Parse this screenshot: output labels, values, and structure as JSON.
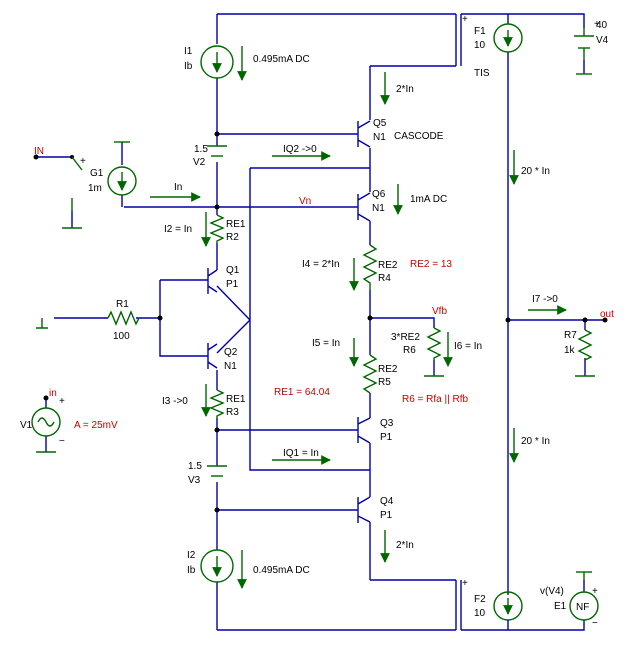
{
  "signals": {
    "in_port": "IN",
    "vn": "Vn",
    "vfb": "Vfb",
    "out": "out",
    "in_source": "in"
  },
  "tis_label": "TIS",
  "cascode_label": "CASCODE",
  "components": {
    "i1": {
      "name": "I1",
      "value": "Ib",
      "current": "0.495mA DC"
    },
    "i2": {
      "name": "I2",
      "value": "Ib",
      "current": "0.495mA DC"
    },
    "v2": {
      "value": "1.5",
      "name": "V2"
    },
    "v3": {
      "value": "1.5",
      "name": "V3"
    },
    "g1": {
      "name": "G1",
      "value": "1m"
    },
    "r1": {
      "name": "R1",
      "value": "100"
    },
    "v1": {
      "name": "V1",
      "param": "A = 25mV"
    },
    "q1": {
      "name": "Q1",
      "type": "P1"
    },
    "q2": {
      "name": "Q2",
      "type": "N1"
    },
    "q3": {
      "name": "Q3",
      "type": "P1"
    },
    "q4": {
      "name": "Q4",
      "type": "P1"
    },
    "q5": {
      "name": "Q5",
      "type": "N1"
    },
    "q6": {
      "name": "Q6",
      "type": "N1"
    },
    "r2": {
      "value": "RE1",
      "name": "R2"
    },
    "r3": {
      "value": "RE1",
      "name": "R3"
    },
    "r4": {
      "value": "RE2",
      "name": "R4"
    },
    "r5": {
      "value": "RE2",
      "name": "R5"
    },
    "r6": {
      "value": "3*RE2",
      "name": "R6"
    },
    "r7": {
      "name": "R7",
      "value": "1k"
    },
    "f1": {
      "name": "F1",
      "value": "10"
    },
    "f2": {
      "name": "F2",
      "value": "10"
    },
    "v4": {
      "value": "40",
      "name": "V4"
    },
    "e1": {
      "expr": "v(V4)",
      "name": "E1",
      "symbol": "NF"
    }
  },
  "currents": {
    "in": "In",
    "i2": "I2 = In",
    "i3": "I3 ->0",
    "iq2": "IQ2 ->0",
    "iq1": "IQ1 = In",
    "q5": "2*In",
    "q6": "1mA DC",
    "i4": "I4 = 2*In",
    "i5": "I5 = In",
    "i6": "I6 = In",
    "i7": "I7 ->0",
    "top": "20 * In",
    "bot": "20 * In",
    "q4": "2*In"
  },
  "annotations": {
    "re2": "RE2 = 13",
    "re1": "RE1 = 64.04",
    "r6": "R6 = Rfa || Rfb"
  }
}
